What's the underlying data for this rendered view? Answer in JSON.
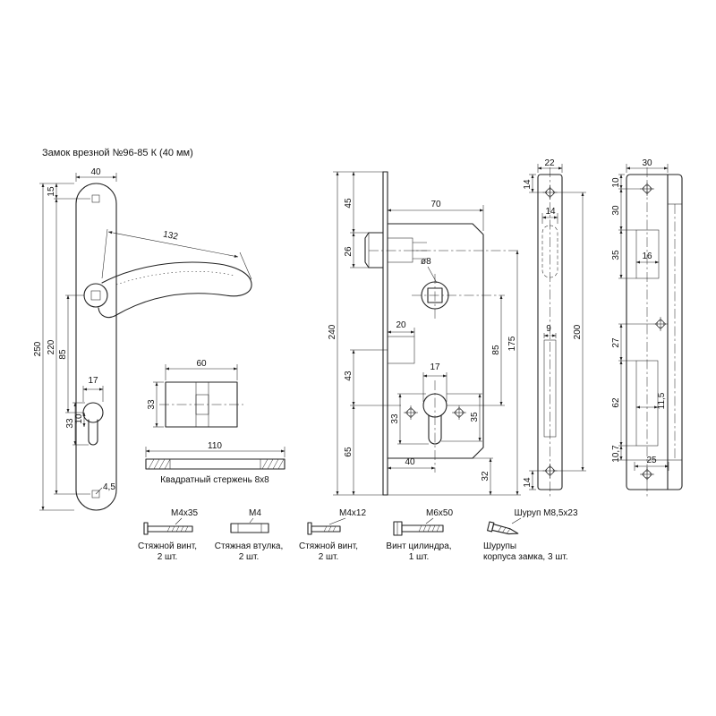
{
  "title": "Замок врезной №96-85 К (40 мм)",
  "handle_view": {
    "plate_width": "40",
    "top_offset": "15",
    "plate_height": "250",
    "screw_spacing": "220",
    "handle_to_cyl": "85",
    "lever_length": "132",
    "cyl_width": "17",
    "cyl_height": "33",
    "cyl_small": "10",
    "hole_dia": "4,5"
  },
  "cylinder_view": {
    "length": "60",
    "height": "33"
  },
  "spindle_view": {
    "length": "110",
    "caption": "Квадратный стержень 8х8"
  },
  "body_view": {
    "total_height": "240",
    "top_to_latch": "45",
    "latch_height": "26",
    "body_depth": "70",
    "follower_square": "ø8",
    "block_depth": "20",
    "mid_spacing": "43",
    "bottom_spacing": "65",
    "cyl_width": "17",
    "cyl_height": "33",
    "cyl_to_edge": "35",
    "centers_spacing": "85",
    "latch_to_bottom": "175",
    "backset": "40",
    "bottom_offset": "32"
  },
  "faceplate_view": {
    "width": "22",
    "top_offset": "14",
    "latch_cutout": "14",
    "bolt_cutout": "9",
    "screw_spacing": "200",
    "bottom_offset": "14"
  },
  "strike_view": {
    "width": "30",
    "top_offset": "10",
    "screw_to_cutout": "30",
    "latch_cutout_h": "35",
    "latch_cutout_w": "16",
    "mid_gap": "27",
    "bolt_cutout_h": "62",
    "bolt_cutout_w": "11,5",
    "bottom_gap": "10,7",
    "bottom_width": "25"
  },
  "fasteners": [
    {
      "label": "М4х35",
      "caption1": "Стяжной винт,",
      "caption2": "2 шт."
    },
    {
      "label": "М4",
      "caption1": "Стяжная втулка,",
      "caption2": "2 шт."
    },
    {
      "label": "М4х12",
      "caption1": "Стяжной винт,",
      "caption2": "2 шт."
    },
    {
      "label": "М6х50",
      "caption1": "Винт цилиндра,",
      "caption2": "1 шт."
    },
    {
      "label": "Шуруп М8,5х23",
      "caption1": "Шурупы",
      "caption2": "корпуса замка, 3 шт."
    }
  ]
}
